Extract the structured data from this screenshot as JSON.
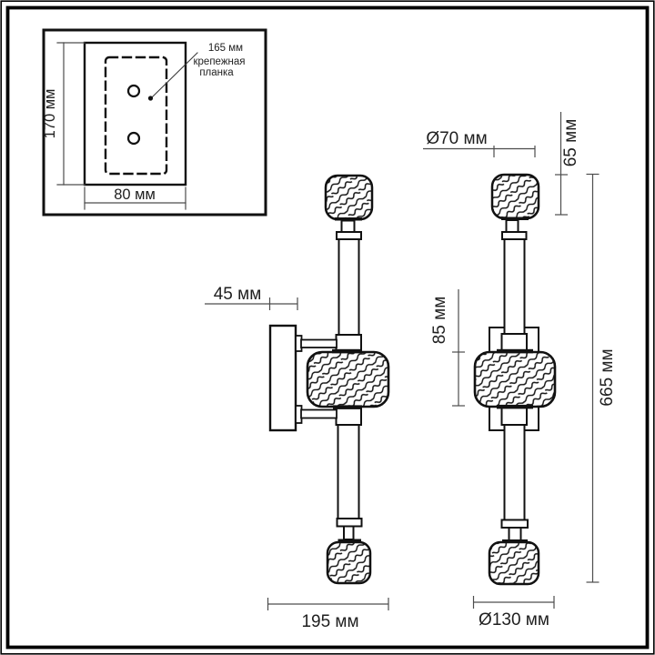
{
  "title": "Wall sconce technical dimension drawing",
  "colors": {
    "drawing_line": "#161616",
    "dimension_line": "#4d4d4d",
    "text": "#1f1f1f",
    "background": "#ffffff"
  },
  "inset": {
    "height_label": "170 мм",
    "width_label": "80 мм",
    "callout_value": "165 мм",
    "callout_line1": "крепежная",
    "callout_line2": "планка"
  },
  "side_view": {
    "backplate_depth_label": "45 мм",
    "total_depth_label": "195 мм"
  },
  "front_view": {
    "top_shade_diameter_label": "Ø70 мм",
    "top_shade_height_label": "65 мм",
    "middle_shade_height_label": "85 мм",
    "total_height_label": "665 мм",
    "middle_shade_diameter_label": "Ø130 мм"
  }
}
